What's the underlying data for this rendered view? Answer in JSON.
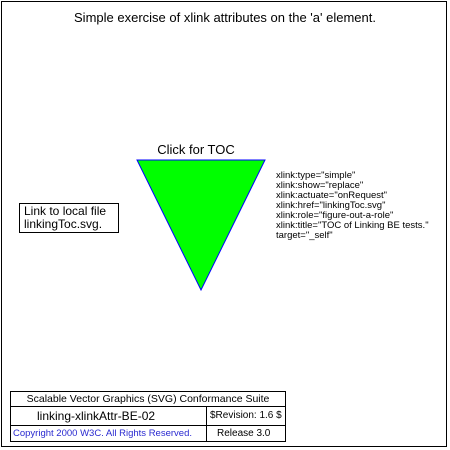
{
  "page": {
    "title": "Simple exercise of xlink attributes on the 'a' element."
  },
  "link": {
    "label": "Click for TOC",
    "fill_color": "#00ff00",
    "stroke_color": "#0000ff"
  },
  "attributes": [
    "xlink:type=\"simple\"",
    "xlink:show=\"replace\"",
    "xlink:actuate=\"onRequest\"",
    "xlink:href=\"linkingToc.svg\"",
    "xlink:role=\"figure-out-a-role\"",
    "xlink:title=\"TOC of Linking BE tests.\"",
    "target=\"_self\""
  ],
  "local_note": {
    "line1": "Link to local file",
    "line2": "linkingToc.svg."
  },
  "footer": {
    "suite_title": "Scalable Vector Graphics (SVG) Conformance Suite",
    "test_name": "linking-xlinkAttr-BE-02",
    "revision": "$Revision: 1.6 $",
    "copyright": "Copyright 2000 W3C. All Rights Reserved.",
    "release": "Release 3.0",
    "copyright_color": "#2a2ad0"
  }
}
